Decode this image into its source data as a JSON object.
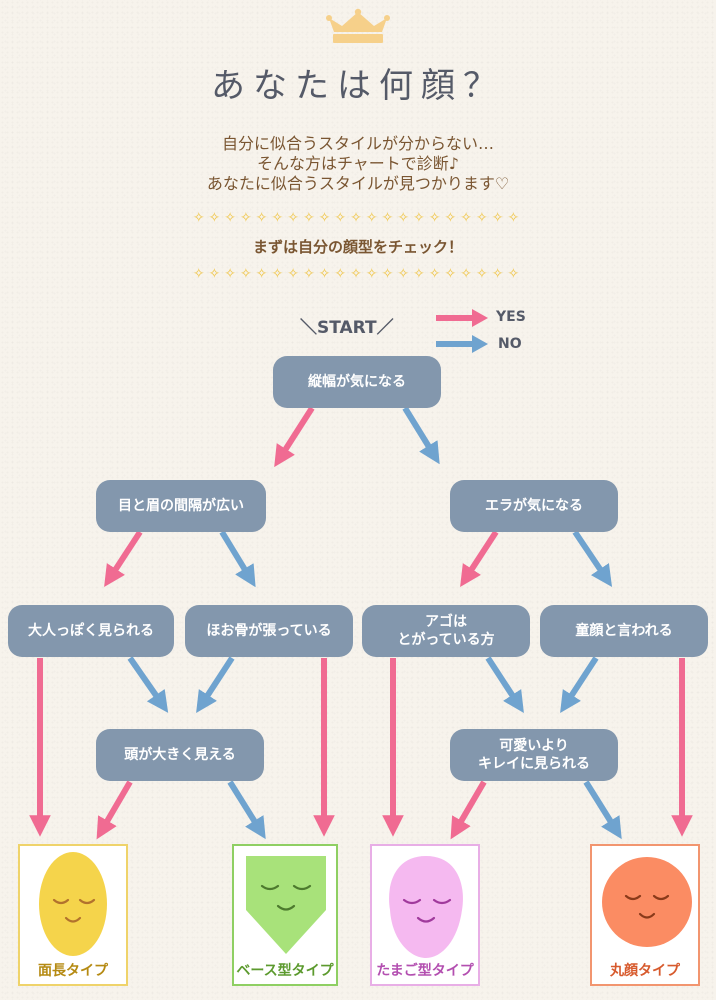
{
  "header": {
    "title": "あなたは何顔？",
    "intro_lines": [
      "自分に似合うスタイルが分からない…",
      "そんな方はチャートで診断♪",
      "あなたに似合うスタイルが見つかります♡"
    ],
    "sparkles": "✧✧✧✧✧✧✧✧✧✧✧✧✧✧✧✧✧✧✧✧✧",
    "check_label": "まずは自分の顔型をチェック！"
  },
  "chart": {
    "start_label": "＼START／",
    "legend": {
      "yes": "YES",
      "no": "NO"
    },
    "colors": {
      "yes": "#f06b92",
      "no": "#6fa3cf",
      "node": "#8397ad"
    },
    "questions": {
      "q1": "縦幅が気になる",
      "q2": "目と眉の間隔が広い",
      "q3": "エラが気になる",
      "q4": "大人っぽく見られる",
      "q5": "ほお骨が張っている",
      "q6": "アゴは\nとがっている方",
      "q7": "童顔と言われる",
      "q8": "頭が大きく見える",
      "q9": "可愛いより\nキレイに見られる"
    }
  },
  "results": [
    {
      "label": "面長タイプ",
      "color": "#f5d44b",
      "border": "#efd36a",
      "text_color": "#b58a12"
    },
    {
      "label": "ベース型タイプ",
      "color": "#a8e27a",
      "border": "#8fcf63",
      "text_color": "#5c9a2e"
    },
    {
      "label": "たまご型タイプ",
      "color": "#f5b9f0",
      "border": "#e8aee6",
      "text_color": "#b34fb0"
    },
    {
      "label": "丸顔タイプ",
      "color": "#fb8c63",
      "border": "#f2956f",
      "text_color": "#d75a2d"
    }
  ]
}
